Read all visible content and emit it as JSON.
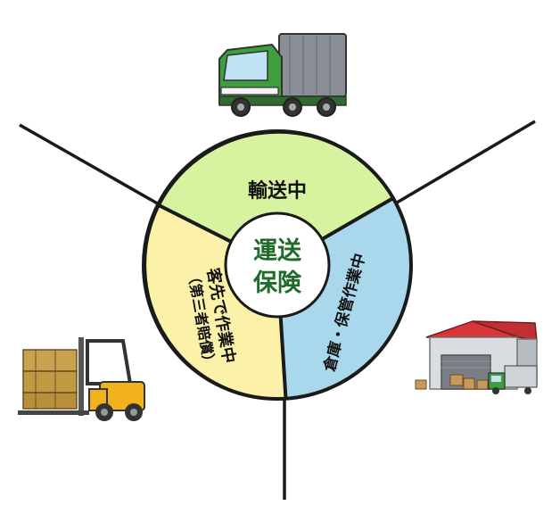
{
  "diagram": {
    "center": {
      "line1": "運送",
      "line2": "保険"
    },
    "segments": {
      "top": {
        "label": "輸送中",
        "color": "#d8f3a0"
      },
      "left": {
        "label_line1": "客先で作業中",
        "label_line2": "（第三者賠償）",
        "color": "#fbf1a8"
      },
      "right": {
        "label": "倉庫・保管作業中",
        "color": "#a9d8ec"
      }
    },
    "colors": {
      "center_fill": "#ffffff",
      "center_text": "#1f6b2a",
      "divider": "#1a1a1a",
      "ring_border": "#1a1a1a"
    },
    "illustrations": {
      "top": "truck-icon",
      "left": "forklift-icon",
      "right": "warehouse-icon"
    }
  }
}
